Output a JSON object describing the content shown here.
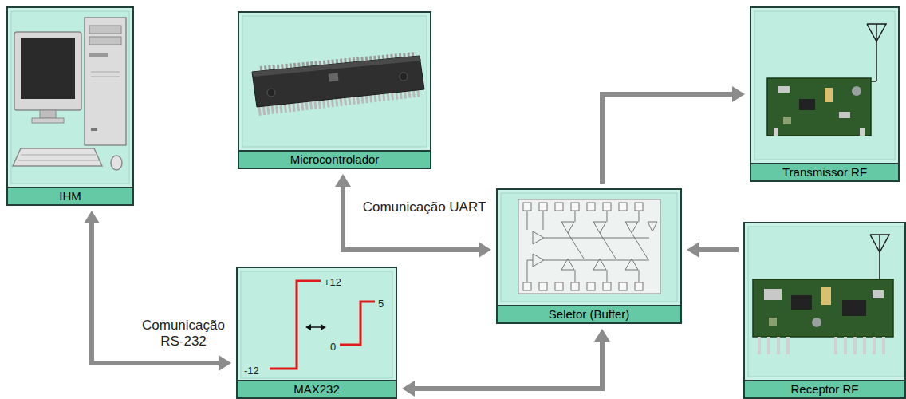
{
  "diagram": {
    "nodes": [
      {
        "text": [
          "IHM"
        ]
      },
      {
        "text": [
          "Microcontrolador"
        ]
      },
      {
        "text": [
          "Transmissor RF"
        ]
      },
      {
        "text": [
          "Seletor (Buffer)"
        ]
      },
      {
        "text": [
          "MAX232"
        ]
      },
      {
        "text": [
          "Receptor RF"
        ]
      }
    ],
    "edges": [
      {
        "from": 0,
        "to": 4,
        "arrow": "both",
        "label": "Comunicação RS-232"
      },
      {
        "from": 1,
        "to": 3,
        "arrow": "both",
        "label": "Comunicação UART"
      },
      {
        "from": 4,
        "to": 3,
        "arrow": "both"
      },
      {
        "from": 3,
        "to": 2,
        "arrow": "to"
      },
      {
        "from": 5,
        "to": 3,
        "arrow": "to"
      }
    ],
    "labels": [
      "+12",
      "-12",
      "0",
      "5"
    ]
  }
}
